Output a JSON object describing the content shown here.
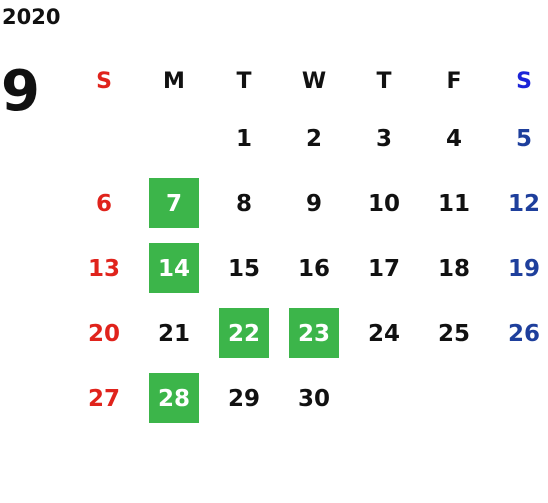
{
  "calendar": {
    "year": "2020",
    "month": "9",
    "weekdays": [
      "S",
      "M",
      "T",
      "W",
      "T",
      "F",
      "S"
    ],
    "weeks": [
      [
        "",
        "",
        "1",
        "2",
        "3",
        "4",
        "5"
      ],
      [
        "6",
        "7",
        "8",
        "9",
        "10",
        "11",
        "12"
      ],
      [
        "13",
        "14",
        "15",
        "16",
        "17",
        "18",
        "19"
      ],
      [
        "20",
        "21",
        "22",
        "23",
        "24",
        "25",
        "26"
      ],
      [
        "27",
        "28",
        "29",
        "30",
        "",
        "",
        ""
      ]
    ],
    "highlighted_days": [
      "7",
      "14",
      "22",
      "23",
      "28"
    ]
  },
  "colors": {
    "sunday": "#e0231c",
    "saturday_header": "#1c24d8",
    "saturday": "#1e3f9c",
    "highlight": "#3cb54a"
  }
}
